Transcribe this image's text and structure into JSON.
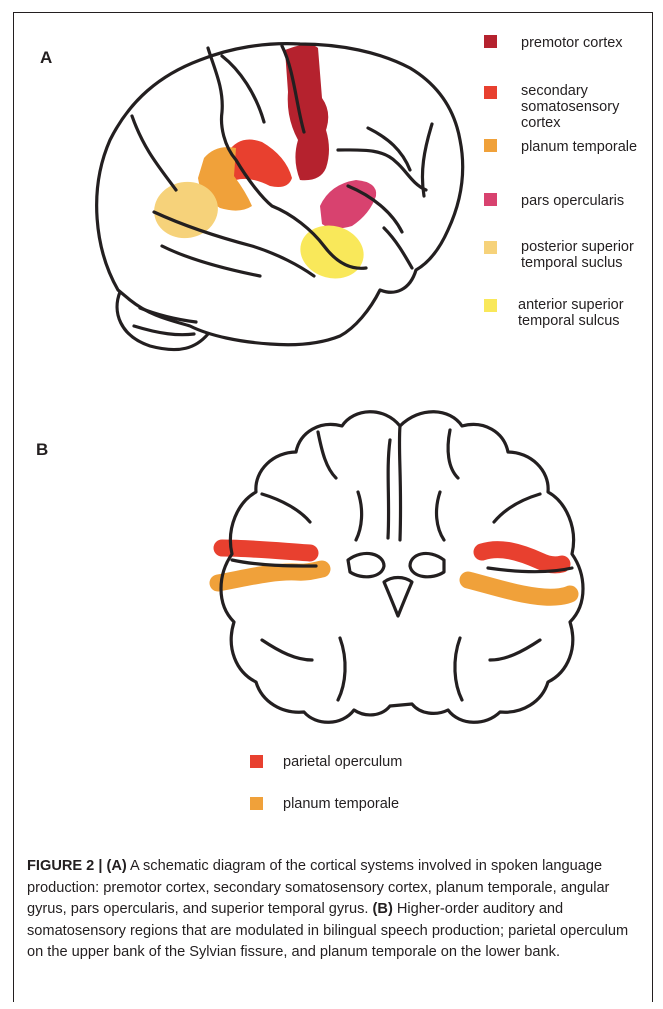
{
  "figure": {
    "panel_a_label": "A",
    "panel_b_label": "B",
    "legend_a": [
      {
        "lines": [
          "premotor cortex"
        ],
        "color": "#b5222e",
        "icon": "swatch-icon"
      },
      {
        "lines": [
          "secondary",
          "somatosensory",
          "cortex"
        ],
        "color": "#e8402f",
        "icon": "swatch-icon"
      },
      {
        "lines": [
          "planum temporale"
        ],
        "color": "#f0a13a",
        "icon": "swatch-icon"
      },
      {
        "lines": [
          "pars opercularis"
        ],
        "color": "#d8426f",
        "icon": "swatch-icon"
      },
      {
        "lines": [
          "posterior superior",
          "temporal suclus"
        ],
        "color": "#f6d27a",
        "icon": "swatch-icon"
      },
      {
        "lines": [
          "anterior superior",
          "temporal sulcus"
        ],
        "color": "#f9e85a",
        "icon": "swatch-icon"
      }
    ],
    "legend_b": [
      {
        "lines": [
          "parietal operculum"
        ],
        "color": "#e8402f",
        "icon": "swatch-icon"
      },
      {
        "lines": [
          "planum temporale"
        ],
        "color": "#f0a13a",
        "icon": "swatch-icon"
      }
    ]
  },
  "caption": {
    "figure_label": "FIGURE 2 | (A)",
    "text_a": " A schematic diagram of the cortical systems involved in spoken language production: premotor cortex, secondary somatosensory cortex, planum temporale, angular gyrus, pars opercularis, and superior temporal gyrus. ",
    "label_b": "(B)",
    "text_b": " Higher-order auditory and somatosensory regions that are modulated in bilingual speech production; parietal operculum on the upper bank of the Sylvian fissure, and planum temporale on the lower bank."
  }
}
